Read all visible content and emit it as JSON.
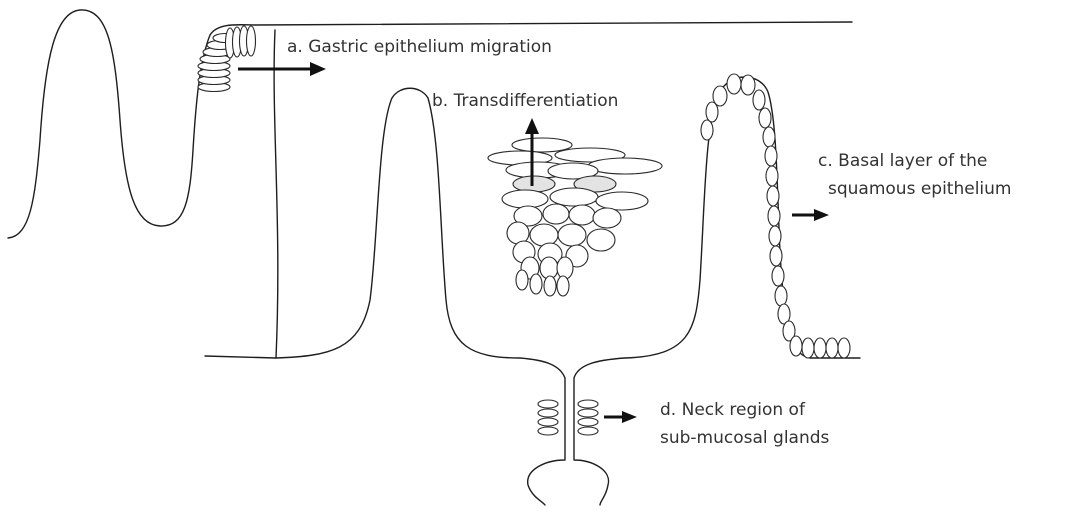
{
  "labels": {
    "a": "a. Gastric epithelium migration",
    "b": "b. Transdifferentiation",
    "c_line1": "c. Basal layer of the",
    "c_line2": "squamous epithelium",
    "d_line1": "d. Neck region of",
    "d_line2": "sub-mucosal glands"
  }
}
